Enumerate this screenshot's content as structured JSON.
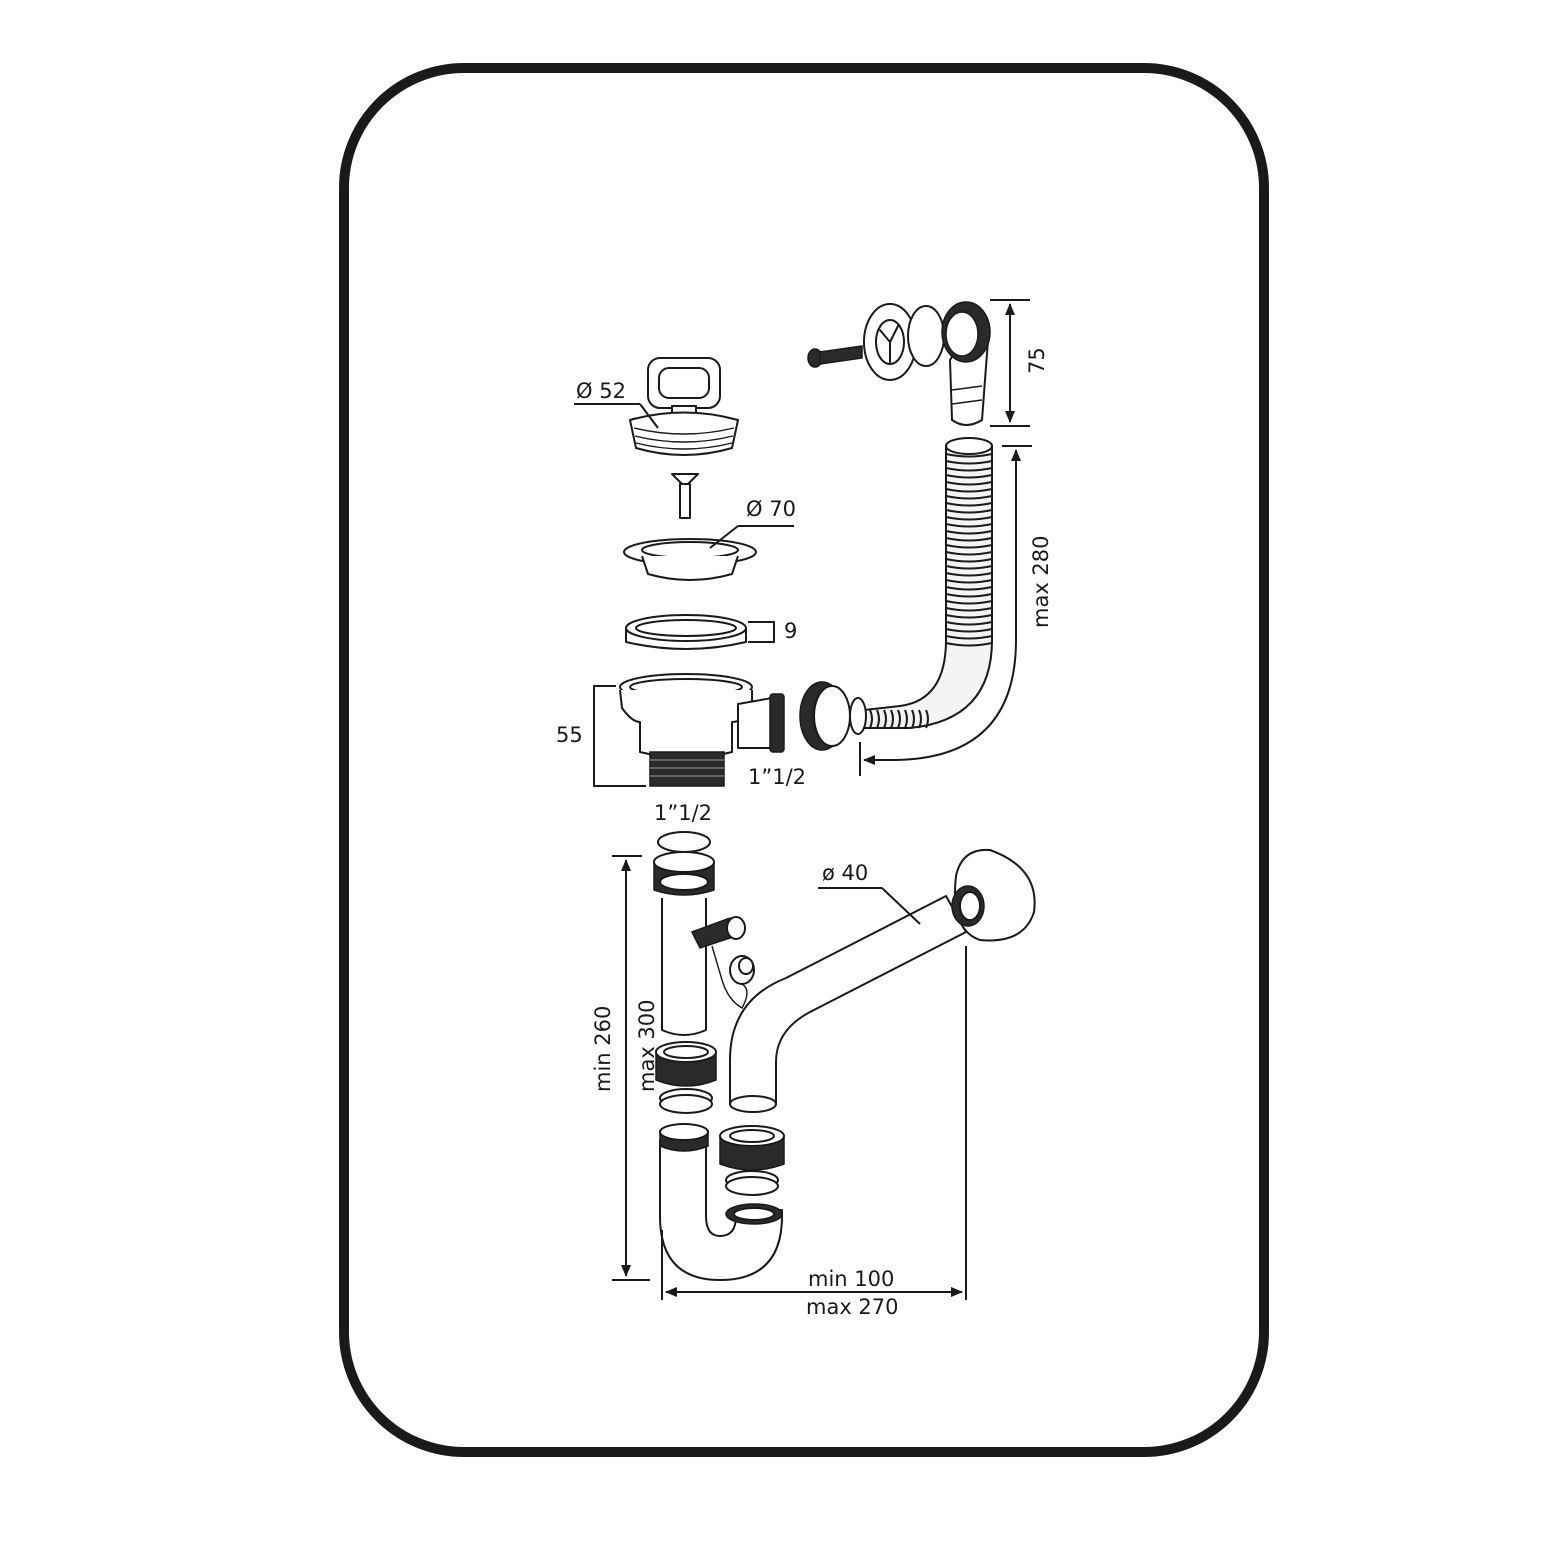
{
  "frame": {
    "border_color": "#1a1a1a",
    "background": "#ffffff"
  },
  "dimensions": {
    "d52": "Ø 52",
    "d70": "Ø 70",
    "h9": "9",
    "h55": "55",
    "h75": "75",
    "hose_max": "max 280",
    "thread_outlet": "1”1/2",
    "thread_inlet": "1”1/2",
    "pipe_dia": "ø 40",
    "height_min": "min 260",
    "height_max": "max 300",
    "width_min": "min 100",
    "width_max": "max 270"
  }
}
